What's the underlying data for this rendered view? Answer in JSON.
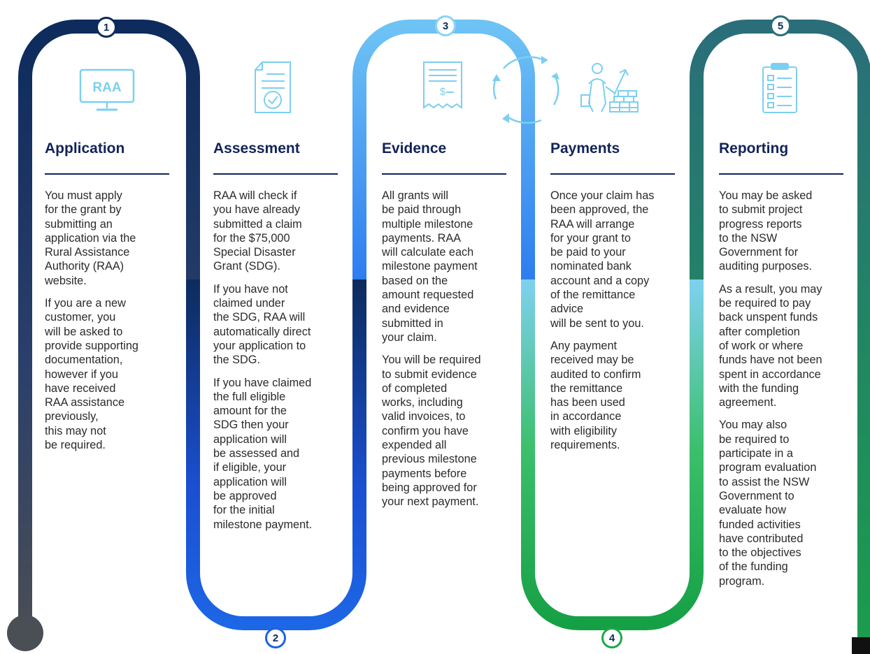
{
  "colors": {
    "navy": "#0d2b5c",
    "blue": "#1d5fe0",
    "lightblue": "#5aaef2",
    "green": "#22b14c",
    "teal": "#2a7a7a",
    "icon_light": "#7ccff0",
    "heading": "#12235a"
  },
  "steps": [
    {
      "number": "1",
      "title": "Application",
      "icon": "raa-monitor-icon",
      "icon_text": "RAA",
      "paragraphs": [
        "You must apply\nfor the grant by\nsubmitting an\napplication via the\nRural Assistance\nAuthority (RAA)\nwebsite.",
        "If you are a new\ncustomer, you\nwill be asked to\nprovide supporting\ndocumentation,\nhowever if you\nhave received\nRAA assistance\npreviously,\nthis may not\nbe required."
      ]
    },
    {
      "number": "2",
      "title": "Assessment",
      "icon": "document-check-icon",
      "paragraphs": [
        "RAA will check if\nyou have already\nsubmitted a claim\nfor the $75,000\nSpecial Disaster\nGrant (SDG).",
        "If you have not\nclaimed under\nthe SDG, RAA will\nautomatically direct\nyour application to\nthe SDG.",
        "If you have claimed\nthe full eligible\namount for the\nSDG then your\napplication will\nbe assessed and\nif eligible, your\napplication will\nbe approved\nfor the initial\nmilestone payment."
      ]
    },
    {
      "number": "3",
      "title": "Evidence",
      "icon": "receipt-icon",
      "icon_text": "$",
      "paragraphs": [
        "All grants will\nbe paid through\nmultiple milestone\npayments. RAA\nwill calculate each\nmilestone payment\nbased on the\namount requested\nand evidence\nsubmitted in\nyour claim.",
        "You will be required\nto submit evidence\nof completed\nworks, including\nvalid invoices, to\nconfirm you have\nexpended all\nprevious milestone\npayments before\nbeing approved for\nyour next payment."
      ]
    },
    {
      "number": "4",
      "title": "Payments",
      "icon": "builder-icon",
      "paragraphs": [
        "Once your claim has\nbeen approved, the\nRAA will arrange\nfor your grant to\nbe paid to your\nnominated bank\naccount and a copy\nof the remittance\nadvice\nwill be sent to you.",
        "Any payment\nreceived may be\naudited to confirm\nthe remittance\nhas been used\nin accordance\nwith eligibility\nrequirements."
      ]
    },
    {
      "number": "5",
      "title": "Reporting",
      "icon": "checklist-icon",
      "paragraphs": [
        "You may be asked\nto submit project\nprogress reports\nto the NSW\nGovernment for\nauditing purposes.",
        "As a result, you may\nbe required to pay\nback unspent funds\nafter completion\nof work or where\nfunds have not been\nspent in accordance\nwith the funding\nagreement.",
        "You may also\nbe required to\nparticipate in a\nprogram evaluation\nto assist the NSW\nGovernment to\nevaluate how\nfunded activities\nhave contributed\nto the objectives\nof the funding\nprogram."
      ]
    }
  ],
  "cycle_icon": "refresh-cycle-icon"
}
